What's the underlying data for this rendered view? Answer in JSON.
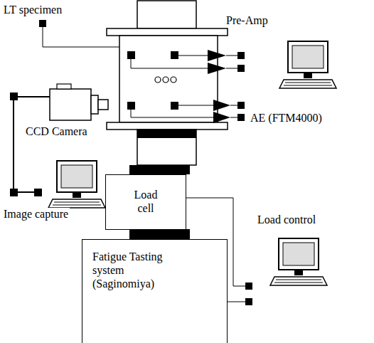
{
  "diagram": {
    "nodes": [
      {
        "text": [
          "Load cell"
        ]
      },
      {
        "text": [
          "Fatigue Tasting system (Saginomiya)"
        ]
      }
    ],
    "labels": [
      "LT specimen",
      "Pre-Amp",
      "CCD Camera",
      "Image capture",
      "AE (FTM4000)",
      "Load control"
    ]
  }
}
